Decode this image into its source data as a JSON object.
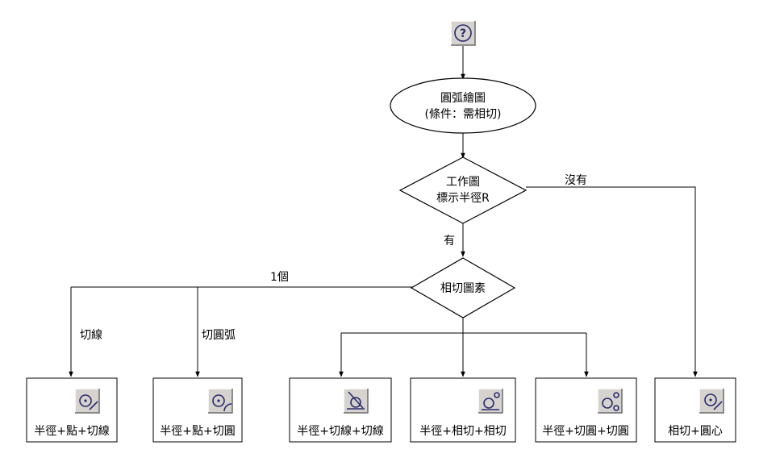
{
  "start_icon": "help-question-icon",
  "ellipse": {
    "line1": "圓弧繪圖",
    "line2": "(條件：需相切)"
  },
  "decision1": {
    "line1": "工作圖",
    "line2": "標示半徑R"
  },
  "decision2": {
    "label": "相切圖素"
  },
  "edges": {
    "no": "沒有",
    "yes": "有",
    "one": "1個",
    "tangent_line": "切線",
    "tangent_arc": "切圓弧"
  },
  "results": [
    {
      "label": "半徑+點+切線",
      "icon": "arc-point-tangent-line-icon"
    },
    {
      "label": "半徑+點+切圓",
      "icon": "arc-point-tangent-circle-icon"
    },
    {
      "label": "半徑+切線+切線",
      "icon": "arc-two-lines-icon"
    },
    {
      "label": "半徑+相切+相切",
      "icon": "arc-two-tangents-icon"
    },
    {
      "label": "半徑+切圓+切圓",
      "icon": "arc-two-circles-icon"
    },
    {
      "label": "相切+圓心",
      "icon": "arc-tangent-center-icon"
    }
  ]
}
